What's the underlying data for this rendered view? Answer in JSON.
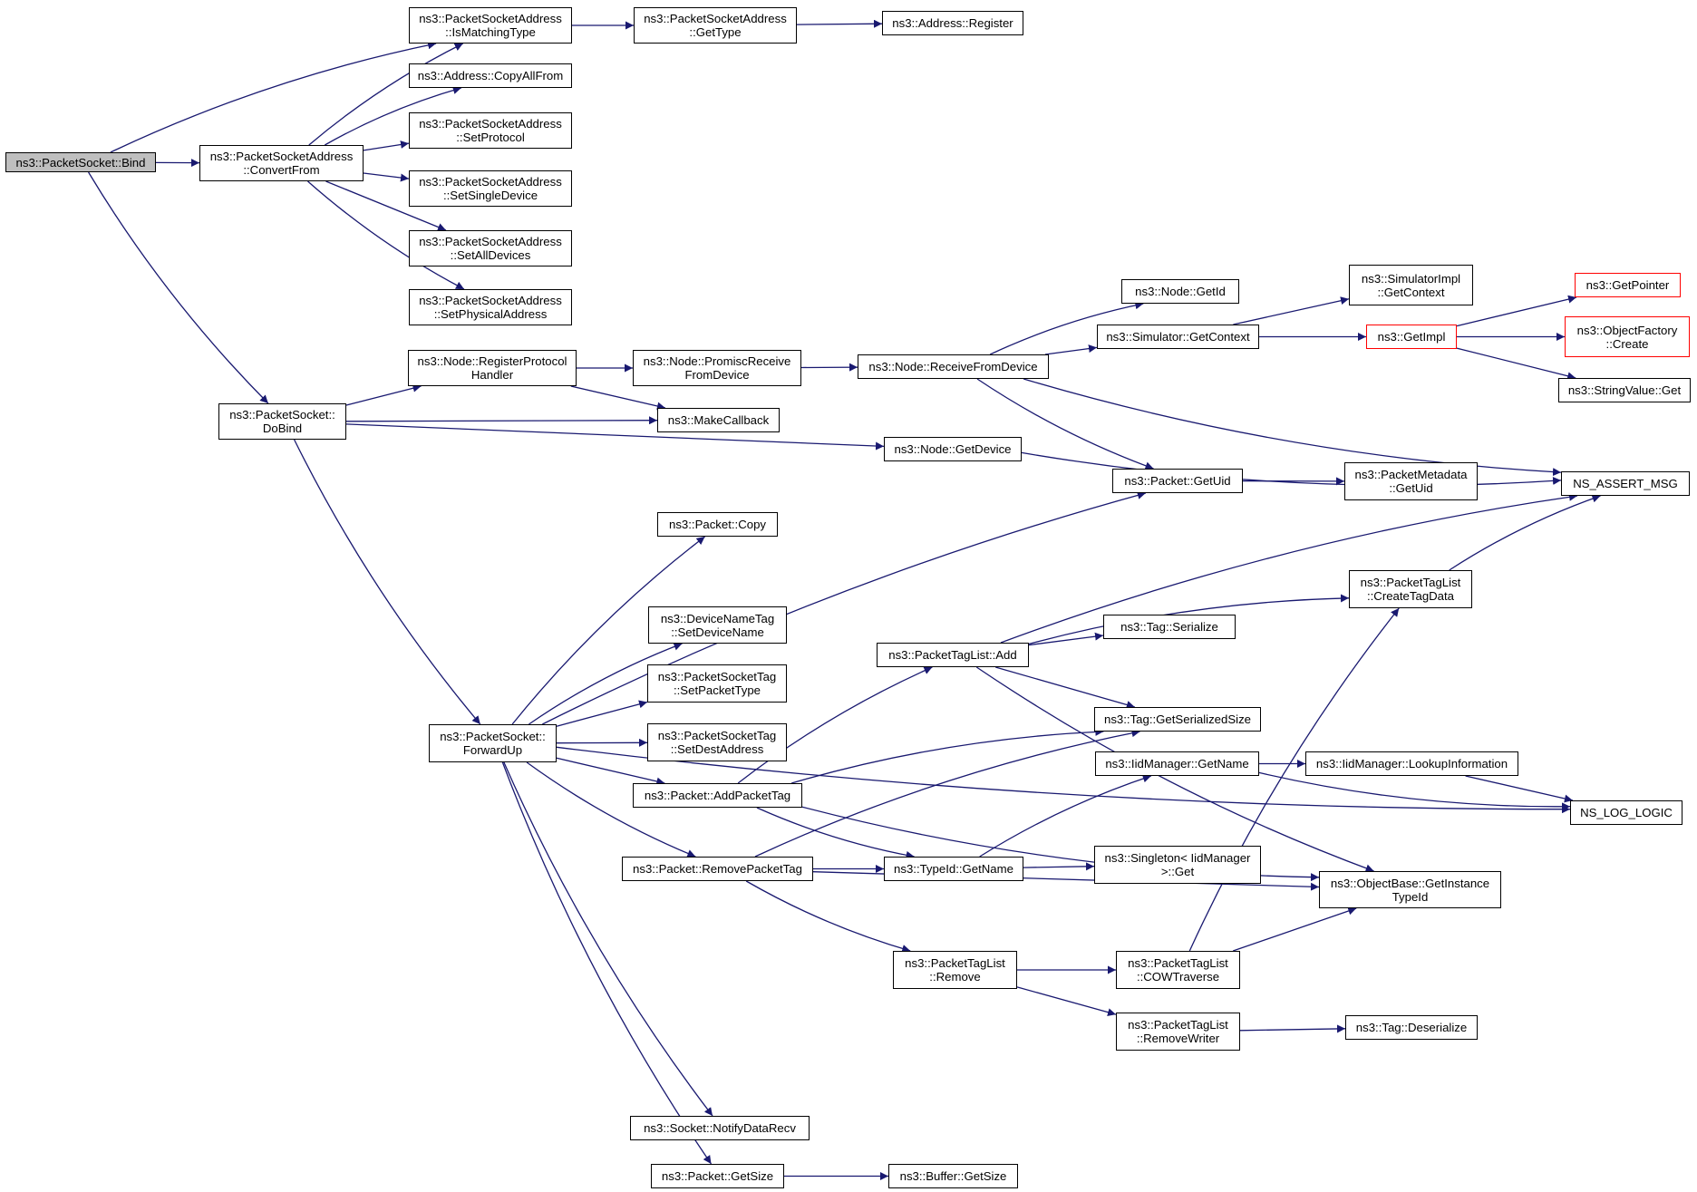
{
  "colors": {
    "edge": "#191970",
    "border": "#000000",
    "root_fill": "#bfbfbf",
    "truncated_border": "#ff0000",
    "background": "#ffffff"
  },
  "nodes": [
    {
      "id": "bind",
      "lines": [
        "ns3::PacketSocket::Bind"
      ],
      "root": true
    },
    {
      "id": "ismatch",
      "lines": [
        "ns3::PacketSocketAddress",
        "::IsMatchingType"
      ]
    },
    {
      "id": "gettype",
      "lines": [
        "ns3::PacketSocketAddress",
        "::GetType"
      ]
    },
    {
      "id": "register",
      "lines": [
        "ns3::Address::Register"
      ]
    },
    {
      "id": "copyall",
      "lines": [
        "ns3::Address::CopyAllFrom"
      ]
    },
    {
      "id": "convertfrom",
      "lines": [
        "ns3::PacketSocketAddress",
        "::ConvertFrom"
      ]
    },
    {
      "id": "setprotocol",
      "lines": [
        "ns3::PacketSocketAddress",
        "::SetProtocol"
      ]
    },
    {
      "id": "setsingle",
      "lines": [
        "ns3::PacketSocketAddress",
        "::SetSingleDevice"
      ]
    },
    {
      "id": "setall",
      "lines": [
        "ns3::PacketSocketAddress",
        "::SetAllDevices"
      ]
    },
    {
      "id": "setphys",
      "lines": [
        "ns3::PacketSocketAddress",
        "::SetPhysicalAddress"
      ]
    },
    {
      "id": "dobind",
      "lines": [
        "ns3::PacketSocket::",
        "DoBind"
      ]
    },
    {
      "id": "regproto",
      "lines": [
        "ns3::Node::RegisterProtocol",
        "Handler"
      ]
    },
    {
      "id": "promisc",
      "lines": [
        "ns3::Node::PromiscReceive",
        "FromDevice"
      ]
    },
    {
      "id": "recvfrom",
      "lines": [
        "ns3::Node::ReceiveFromDevice"
      ]
    },
    {
      "id": "makecb",
      "lines": [
        "ns3::MakeCallback"
      ]
    },
    {
      "id": "getdevice",
      "lines": [
        "ns3::Node::GetDevice"
      ]
    },
    {
      "id": "nodegetid",
      "lines": [
        "ns3::Node::GetId"
      ]
    },
    {
      "id": "simgetctx",
      "lines": [
        "ns3::Simulator::GetContext"
      ]
    },
    {
      "id": "simimplctx",
      "lines": [
        "ns3::SimulatorImpl",
        "::GetContext"
      ]
    },
    {
      "id": "getimpl",
      "lines": [
        "ns3::GetImpl"
      ],
      "truncated": true
    },
    {
      "id": "getpointer",
      "lines": [
        "ns3::GetPointer"
      ],
      "truncated": true
    },
    {
      "id": "objfactory",
      "lines": [
        "ns3::ObjectFactory",
        "::Create"
      ],
      "truncated": true
    },
    {
      "id": "strvalget",
      "lines": [
        "ns3::StringValue::Get"
      ]
    },
    {
      "id": "nsassert",
      "lines": [
        "NS_ASSERT_MSG"
      ]
    },
    {
      "id": "getuid",
      "lines": [
        "ns3::Packet::GetUid"
      ]
    },
    {
      "id": "metagetuid",
      "lines": [
        "ns3::PacketMetadata",
        "::GetUid"
      ]
    },
    {
      "id": "forwardup",
      "lines": [
        "ns3::PacketSocket::",
        "ForwardUp"
      ]
    },
    {
      "id": "pktcopy",
      "lines": [
        "ns3::Packet::Copy"
      ]
    },
    {
      "id": "setdevname",
      "lines": [
        "ns3::DeviceNameTag",
        "::SetDeviceName"
      ]
    },
    {
      "id": "setpkttype",
      "lines": [
        "ns3::PacketSocketTag",
        "::SetPacketType"
      ]
    },
    {
      "id": "setdestaddr",
      "lines": [
        "ns3::PacketSocketTag",
        "::SetDestAddress"
      ]
    },
    {
      "id": "addpkttag",
      "lines": [
        "ns3::Packet::AddPacketTag"
      ]
    },
    {
      "id": "rmpkttag",
      "lines": [
        "ns3::Packet::RemovePacketTag"
      ]
    },
    {
      "id": "taglistadd",
      "lines": [
        "ns3::PacketTagList::Add"
      ]
    },
    {
      "id": "tagserialize",
      "lines": [
        "ns3::Tag::Serialize"
      ]
    },
    {
      "id": "taggetsize",
      "lines": [
        "ns3::Tag::GetSerializedSize"
      ]
    },
    {
      "id": "createtag",
      "lines": [
        "ns3::PacketTagList",
        "::CreateTagData"
      ]
    },
    {
      "id": "iidgetname",
      "lines": [
        "ns3::IidManager::GetName"
      ]
    },
    {
      "id": "iidlookup",
      "lines": [
        "ns3::IidManager::LookupInformation"
      ]
    },
    {
      "id": "nslog",
      "lines": [
        "NS_LOG_LOGIC"
      ]
    },
    {
      "id": "typeidname",
      "lines": [
        "ns3::TypeId::GetName"
      ]
    },
    {
      "id": "singleton",
      "lines": [
        "ns3::Singleton< IidManager",
        " >::Get"
      ]
    },
    {
      "id": "objinst",
      "lines": [
        "ns3::ObjectBase::GetInstance",
        "TypeId"
      ]
    },
    {
      "id": "tlremove",
      "lines": [
        "ns3::PacketTagList",
        "::Remove"
      ]
    },
    {
      "id": "cowtrav",
      "lines": [
        "ns3::PacketTagList",
        "::COWTraverse"
      ]
    },
    {
      "id": "rmwriter",
      "lines": [
        "ns3::PacketTagList",
        "::RemoveWriter"
      ]
    },
    {
      "id": "tagdeser",
      "lines": [
        "ns3::Tag::Deserialize"
      ]
    },
    {
      "id": "notifyrecv",
      "lines": [
        "ns3::Socket::NotifyDataRecv"
      ]
    },
    {
      "id": "pktgetsize",
      "lines": [
        "ns3::Packet::GetSize"
      ]
    },
    {
      "id": "bufgetsize",
      "lines": [
        "ns3::Buffer::GetSize"
      ]
    }
  ],
  "edges": [
    [
      "bind",
      "ismatch"
    ],
    [
      "bind",
      "convertfrom"
    ],
    [
      "bind",
      "dobind"
    ],
    [
      "ismatch",
      "gettype"
    ],
    [
      "gettype",
      "register"
    ],
    [
      "convertfrom",
      "ismatch"
    ],
    [
      "convertfrom",
      "copyall"
    ],
    [
      "convertfrom",
      "setprotocol"
    ],
    [
      "convertfrom",
      "setsingle"
    ],
    [
      "convertfrom",
      "setall"
    ],
    [
      "convertfrom",
      "setphys"
    ],
    [
      "dobind",
      "regproto"
    ],
    [
      "dobind",
      "makecb"
    ],
    [
      "dobind",
      "getdevice"
    ],
    [
      "dobind",
      "forwardup"
    ],
    [
      "regproto",
      "promisc"
    ],
    [
      "regproto",
      "makecb"
    ],
    [
      "promisc",
      "recvfrom"
    ],
    [
      "recvfrom",
      "nodegetid"
    ],
    [
      "recvfrom",
      "simgetctx"
    ],
    [
      "recvfrom",
      "nsassert"
    ],
    [
      "recvfrom",
      "getuid"
    ],
    [
      "simgetctx",
      "simimplctx"
    ],
    [
      "simgetctx",
      "getimpl"
    ],
    [
      "getimpl",
      "getpointer"
    ],
    [
      "getimpl",
      "objfactory"
    ],
    [
      "getimpl",
      "strvalget"
    ],
    [
      "getdevice",
      "nsassert"
    ],
    [
      "getuid",
      "metagetuid"
    ],
    [
      "forwardup",
      "pktcopy"
    ],
    [
      "forwardup",
      "getuid"
    ],
    [
      "forwardup",
      "setdevname"
    ],
    [
      "forwardup",
      "setpkttype"
    ],
    [
      "forwardup",
      "setdestaddr"
    ],
    [
      "forwardup",
      "addpkttag"
    ],
    [
      "forwardup",
      "rmpkttag"
    ],
    [
      "forwardup",
      "nslog"
    ],
    [
      "forwardup",
      "notifyrecv"
    ],
    [
      "forwardup",
      "pktgetsize"
    ],
    [
      "addpkttag",
      "taglistadd"
    ],
    [
      "addpkttag",
      "taggetsize"
    ],
    [
      "addpkttag",
      "typeidname"
    ],
    [
      "addpkttag",
      "objinst"
    ],
    [
      "taglistadd",
      "nsassert"
    ],
    [
      "taglistadd",
      "createtag"
    ],
    [
      "taglistadd",
      "tagserialize"
    ],
    [
      "taglistadd",
      "taggetsize"
    ],
    [
      "taglistadd",
      "objinst"
    ],
    [
      "createtag",
      "nsassert"
    ],
    [
      "rmpkttag",
      "taggetsize"
    ],
    [
      "rmpkttag",
      "typeidname"
    ],
    [
      "rmpkttag",
      "objinst"
    ],
    [
      "rmpkttag",
      "tlremove"
    ],
    [
      "typeidname",
      "iidgetname"
    ],
    [
      "typeidname",
      "singleton"
    ],
    [
      "iidgetname",
      "iidlookup"
    ],
    [
      "iidgetname",
      "nslog"
    ],
    [
      "iidlookup",
      "nslog"
    ],
    [
      "tlremove",
      "cowtrav"
    ],
    [
      "tlremove",
      "rmwriter"
    ],
    [
      "cowtrav",
      "createtag"
    ],
    [
      "cowtrav",
      "objinst"
    ],
    [
      "rmwriter",
      "tagdeser"
    ],
    [
      "pktgetsize",
      "bufgetsize"
    ]
  ]
}
